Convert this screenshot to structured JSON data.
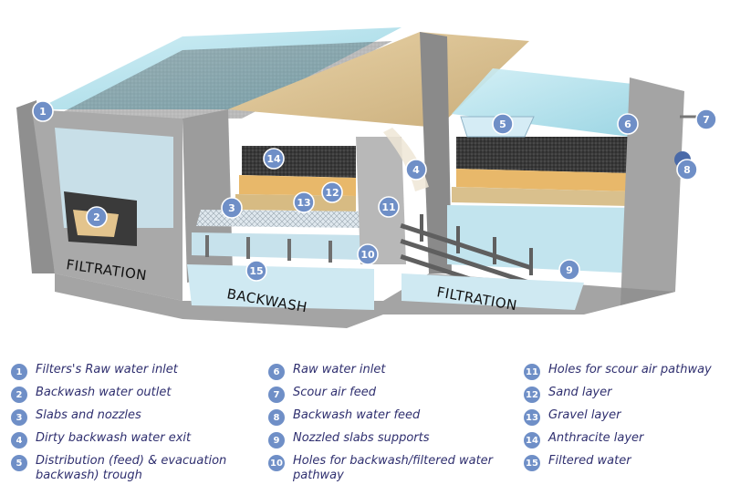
{
  "stages": {
    "filtration_left": "FILTRATION",
    "backwash": "BACKWASH",
    "filtration_right": "FILTRATION"
  },
  "legend": [
    {
      "num": "1",
      "text": "Filters's Raw water inlet"
    },
    {
      "num": "2",
      "text": "Backwash water outlet"
    },
    {
      "num": "3",
      "text": "Slabs and nozzles"
    },
    {
      "num": "4",
      "text": "Dirty backwash water exit"
    },
    {
      "num": "5",
      "text": "Distribution (feed) & evacuation backwash) trough"
    },
    {
      "num": "6",
      "text": "Raw water inlet"
    },
    {
      "num": "7",
      "text": "Scour air feed"
    },
    {
      "num": "8",
      "text": "Backwash water feed"
    },
    {
      "num": "9",
      "text": "Nozzled slabs supports"
    },
    {
      "num": "10",
      "text": "Holes for backwash/filtered water pathway"
    },
    {
      "num": "11",
      "text": "Holes for scour air pathway"
    },
    {
      "num": "12",
      "text": "Sand layer"
    },
    {
      "num": "13",
      "text": "Gravel layer"
    },
    {
      "num": "14",
      "text": "Anthracite layer"
    },
    {
      "num": "15",
      "text": "Filtered water"
    }
  ],
  "colors": {
    "marker": "#6f8fc7",
    "concrete": "#9a9a9a",
    "water": "#bfe3ef",
    "anthracite": "#2a2a2a",
    "sand": "#e8b86a",
    "gravel": "#c9a870",
    "legend_text": "#2f2f6f"
  }
}
